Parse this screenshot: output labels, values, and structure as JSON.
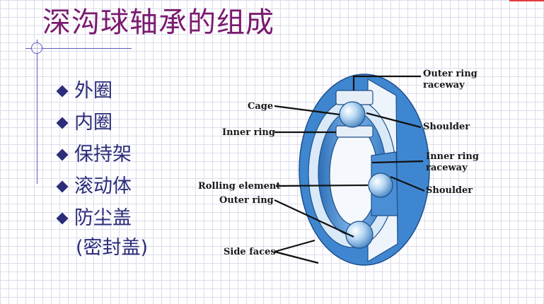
{
  "title": "深沟球轴承的组成",
  "bullets": [
    "外圈",
    "内圈",
    "保持架",
    "滚动体",
    "防尘盖"
  ],
  "bullet_sub": "(密封盖)",
  "diagram": {
    "cage": "Cage",
    "inner_ring": "Inner ring",
    "rolling_element": "Rolling element",
    "outer_ring": "Outer ring",
    "side_faces": "Side faces",
    "outer_raceway_1": "Outer ring",
    "outer_raceway_2": "raceway",
    "shoulder_top": "Shoulder",
    "inner_raceway_1": "Inner ring",
    "inner_raceway_2": "raceway",
    "shoulder_mid": "Shoulder"
  },
  "colors": {
    "title": "#7a1a6e",
    "text": "#2c2c7a",
    "bearing": "#4a8fd6"
  }
}
